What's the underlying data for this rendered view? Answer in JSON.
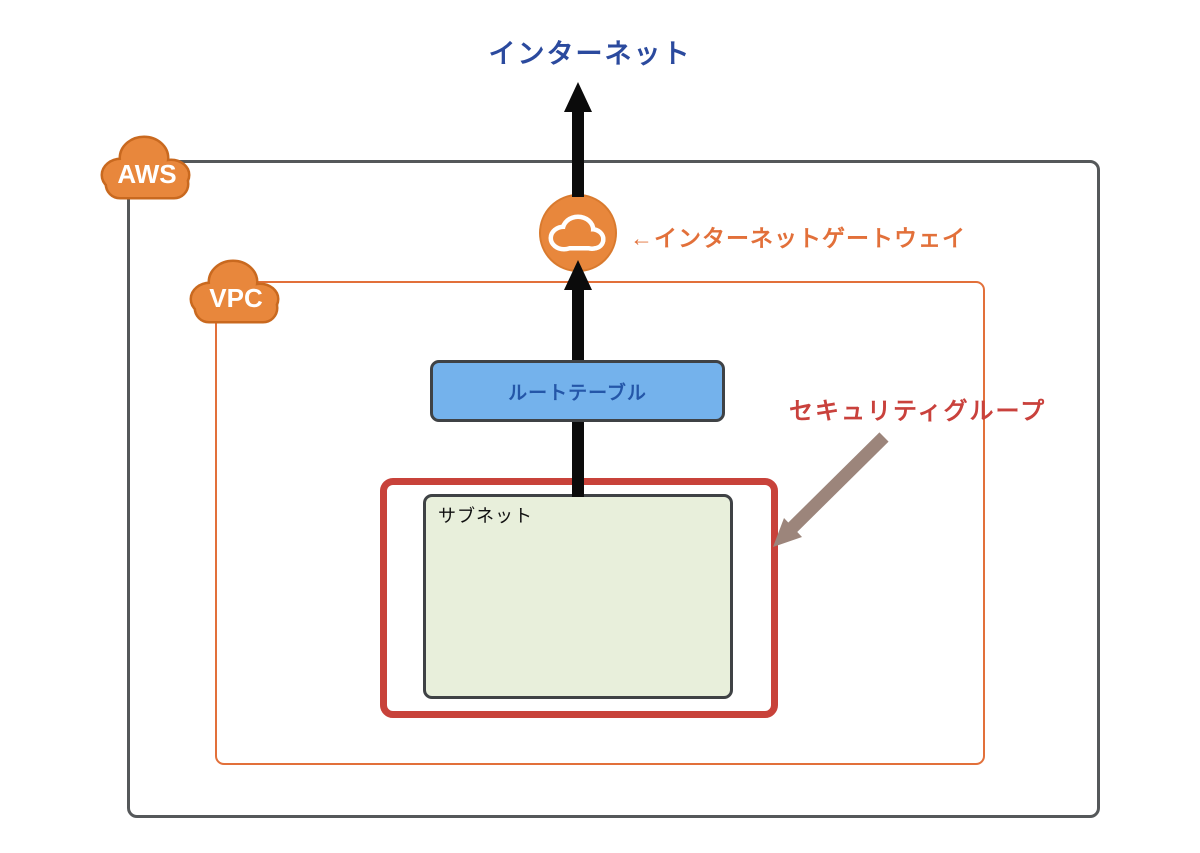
{
  "diagram_title": "AWS VPC network diagram",
  "labels": {
    "internet": "インターネット",
    "aws": "AWS",
    "vpc": "VPC",
    "internet_gateway": "←インターネットゲートウェイ",
    "route_table": "ルートテーブル",
    "security_group": "セキュリティグループ",
    "subnet": "サブネット"
  },
  "icons": {
    "aws_cloud": "cloud-badge",
    "vpc_cloud": "cloud-badge",
    "internet_gateway": "cloud-in-circle",
    "up_arrows": "thick-black-up-arrow",
    "security_group_pointer": "taupe-diagonal-arrow"
  },
  "colors": {
    "internet_text": "#2B4A9E",
    "aws_border": "#55585A",
    "vpc_border": "#E2703A",
    "cloud_fill": "#E8873C",
    "cloud_stroke": "#C9691F",
    "cloud_text": "#FFFFFF",
    "igw_text": "#E2703A",
    "route_table_fill": "#74B2EC",
    "route_table_text": "#2456A8",
    "security_group": "#C8423A",
    "security_group_text": "#C9413C",
    "subnet_fill": "#E8EFDB",
    "subnet_text": "#111111",
    "box_border_dark": "#3F4245",
    "arrow_black": "#0B0B0B",
    "pointer_arrow": "#9C857B",
    "background": "#FFFFFF"
  }
}
